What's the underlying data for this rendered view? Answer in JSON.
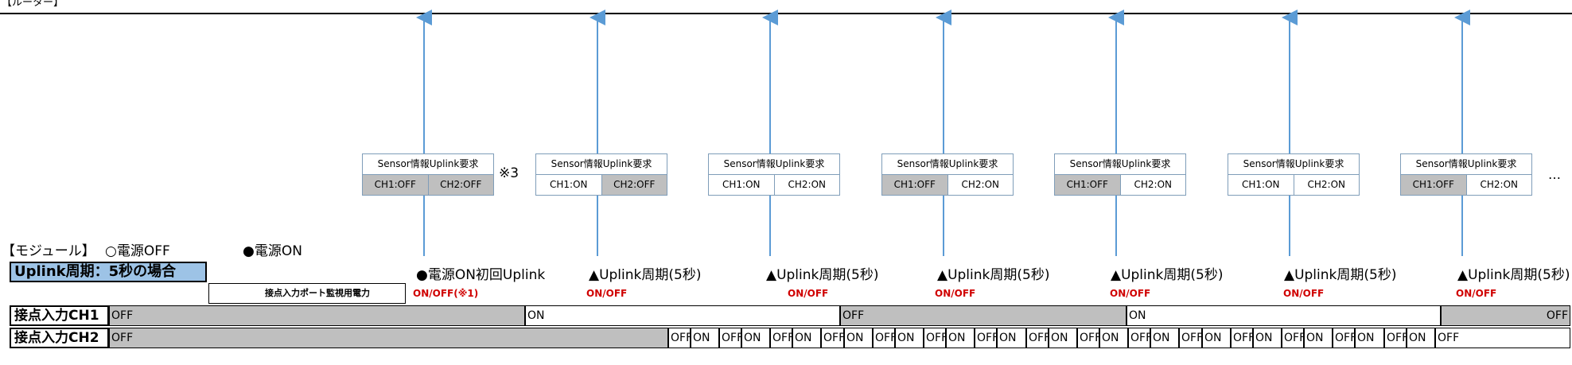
{
  "router": {
    "label": "【ルーター】"
  },
  "requests": [
    {
      "title": "Sensor情報Uplink要求",
      "ch1": "CH1:OFF",
      "ch1_state": "off",
      "ch2": "CH2:OFF",
      "ch2_state": "off"
    },
    {
      "title": "Sensor情報Uplink要求",
      "ch1": "CH1:ON",
      "ch1_state": "on",
      "ch2": "CH2:OFF",
      "ch2_state": "off"
    },
    {
      "title": "Sensor情報Uplink要求",
      "ch1": "CH1:ON",
      "ch1_state": "on",
      "ch2": "CH2:ON",
      "ch2_state": "on"
    },
    {
      "title": "Sensor情報Uplink要求",
      "ch1": "CH1:OFF",
      "ch1_state": "off",
      "ch2": "CH2:ON",
      "ch2_state": "on"
    },
    {
      "title": "Sensor情報Uplink要求",
      "ch1": "CH1:OFF",
      "ch1_state": "off",
      "ch2": "CH2:ON",
      "ch2_state": "on"
    },
    {
      "title": "Sensor情報Uplink要求",
      "ch1": "CH1:ON",
      "ch1_state": "on",
      "ch2": "CH2:ON",
      "ch2_state": "on"
    },
    {
      "title": "Sensor情報Uplink要求",
      "ch1": "CH1:OFF",
      "ch1_state": "off",
      "ch2": "CH2:ON",
      "ch2_state": "on"
    }
  ],
  "note3": "※3",
  "ellipsis": "…",
  "module": {
    "label": "【モジュール】",
    "power_off": "○電源OFF",
    "power_on": "●電源ON"
  },
  "uplink_header": "Uplink周期：5秒の場合",
  "events": [
    "●電源ON初回Uplink",
    "▲Uplink周期(5秒)",
    "▲Uplink周期(5秒)",
    "▲Uplink周期(5秒)",
    "▲Uplink周期(5秒)",
    "▲Uplink周期(5秒)",
    "▲Uplink周期(5秒)"
  ],
  "monitor": {
    "label": "接点入力ポート監視用電力",
    "values": [
      "ON/OFF(※1)",
      "ON/OFF",
      "ON/OFF",
      "ON/OFF",
      "ON/OFF",
      "ON/OFF",
      "ON/OFF"
    ]
  },
  "ch1": {
    "label": "接点入力CH1",
    "segments": [
      {
        "text": "OFF",
        "state": "off"
      },
      {
        "text": "ON",
        "state": "on"
      },
      {
        "text": "OFF",
        "state": "off"
      },
      {
        "text": "ON",
        "state": "on"
      },
      {
        "text": "OFF",
        "state": "off"
      }
    ]
  },
  "ch2": {
    "label": "接点入力CH2",
    "segments": [
      {
        "text": "OFF",
        "state": "off"
      },
      {
        "text": "OFF",
        "state": "on"
      },
      {
        "text": "ON",
        "state": "on"
      },
      {
        "text": "OFF",
        "state": "on"
      },
      {
        "text": "ON",
        "state": "on"
      },
      {
        "text": "OFF",
        "state": "on"
      },
      {
        "text": "ON",
        "state": "on"
      },
      {
        "text": "OFF",
        "state": "on"
      },
      {
        "text": "ON",
        "state": "on"
      },
      {
        "text": "OFF",
        "state": "on"
      },
      {
        "text": "ON",
        "state": "on"
      },
      {
        "text": "OFF",
        "state": "on"
      },
      {
        "text": "ON",
        "state": "on"
      },
      {
        "text": "OFF",
        "state": "on"
      },
      {
        "text": "ON",
        "state": "on"
      },
      {
        "text": "OFF",
        "state": "on"
      },
      {
        "text": "ON",
        "state": "on"
      },
      {
        "text": "OFF",
        "state": "on"
      },
      {
        "text": "ON",
        "state": "on"
      },
      {
        "text": "OFF",
        "state": "on"
      },
      {
        "text": "ON",
        "state": "on"
      },
      {
        "text": "OFF",
        "state": "on"
      },
      {
        "text": "ON",
        "state": "on"
      },
      {
        "text": "OFF",
        "state": "on"
      },
      {
        "text": "ON",
        "state": "on"
      },
      {
        "text": "OFF",
        "state": "on"
      },
      {
        "text": "ON",
        "state": "on"
      },
      {
        "text": "OFF",
        "state": "on"
      },
      {
        "text": "ON",
        "state": "on"
      },
      {
        "text": "OFF",
        "state": "on"
      },
      {
        "text": "ON",
        "state": "on"
      },
      {
        "text": "OFF",
        "state": "on"
      }
    ]
  },
  "colors": {
    "arrow": "#5b9bd5",
    "header_fill": "#9dc3e6",
    "off_fill": "#bfbfbf",
    "monitor_text": "#d00000"
  }
}
